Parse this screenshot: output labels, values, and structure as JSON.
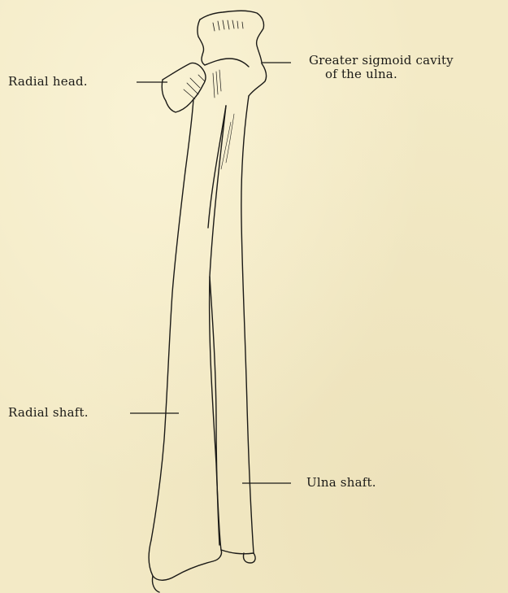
{
  "labels": {
    "radial_head": "Radial head.",
    "sigmoid_line1": "Greater sigmoid cavity",
    "sigmoid_line2": "of the ulna.",
    "radial_shaft": "Radial shaft.",
    "ulna_shaft": "Ulna shaft."
  },
  "colors": {
    "paper": "#f3eac6",
    "ink": "#1b1a17"
  }
}
